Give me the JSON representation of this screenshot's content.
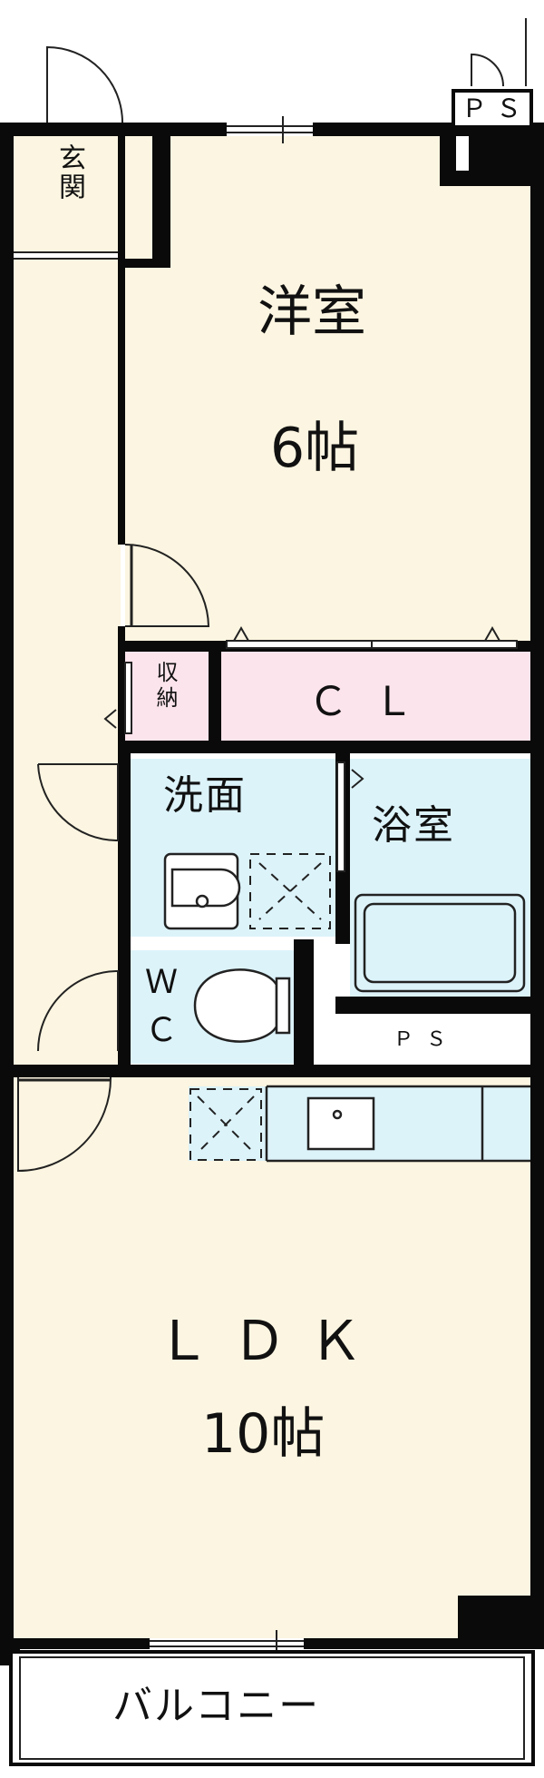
{
  "colors": {
    "wall": "#0a0a0a",
    "floor": "#fcf5e1",
    "wet": "#dcf3fa",
    "storage": "#fce4ec",
    "white": "#ffffff",
    "line": "#222222"
  },
  "rooms": {
    "genkan": {
      "label": "玄関"
    },
    "youshitsu": {
      "name": "洋室",
      "size": "6帖"
    },
    "shuno": {
      "label": "収納"
    },
    "closet": {
      "label": "ＣＬ"
    },
    "senmen": {
      "label": "洗面"
    },
    "yokushitsu": {
      "label": "浴室"
    },
    "wc": {
      "label": "ＷＣ"
    },
    "ldk": {
      "name": "ＬＤＫ",
      "size": "10帖"
    },
    "balcony": {
      "label": "バルコニー"
    }
  },
  "ps_top": {
    "label": "ＰＳ"
  },
  "ps_mid": {
    "label": "ＰＳ"
  }
}
